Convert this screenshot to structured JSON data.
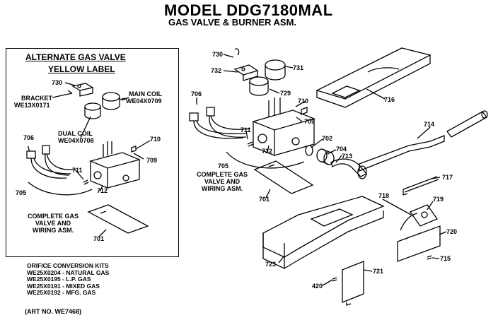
{
  "header": {
    "model": "MODEL DDG7180MAL",
    "subtitle": "GAS VALVE & BURNER ASM."
  },
  "inset": {
    "title_line1": "ALTERNATE GAS VALVE",
    "title_line2": "YELLOW LABEL",
    "bracket_label": "BRACKET",
    "bracket_part": "WE13X0171",
    "main_coil_label": "MAIN COIL",
    "main_coil_part": "WE04X0709",
    "dual_coil_label": "DUAL COIL",
    "dual_coil_part": "WE04X0708",
    "complete_line1": "COMPLETE GAS",
    "complete_line2": "VALVE AND",
    "complete_line3": "WIRING ASM.",
    "callouts": [
      "730",
      "706",
      "710",
      "709",
      "711",
      "712",
      "705",
      "701"
    ]
  },
  "main": {
    "complete_line1": "COMPLETE GAS",
    "complete_line2": "VALVE AND",
    "complete_line3": "WIRING ASM.",
    "callouts": [
      "730",
      "732",
      "731",
      "729",
      "716",
      "706",
      "710",
      "709",
      "711",
      "702",
      "704",
      "713",
      "712",
      "714",
      "705",
      "701",
      "717",
      "718",
      "719",
      "720",
      "723",
      "715",
      "721",
      "420"
    ]
  },
  "kits": {
    "heading": "ORIFICE CONVERSION KITS",
    "items": [
      "WE25X0204 - NATURAL GAS",
      "WE25X0195 - L.P. GAS",
      "WE25X0191 - MIXED GAS",
      "WE25X0192 - MFG. GAS"
    ]
  },
  "art_number": "(ART NO. WE7468)"
}
